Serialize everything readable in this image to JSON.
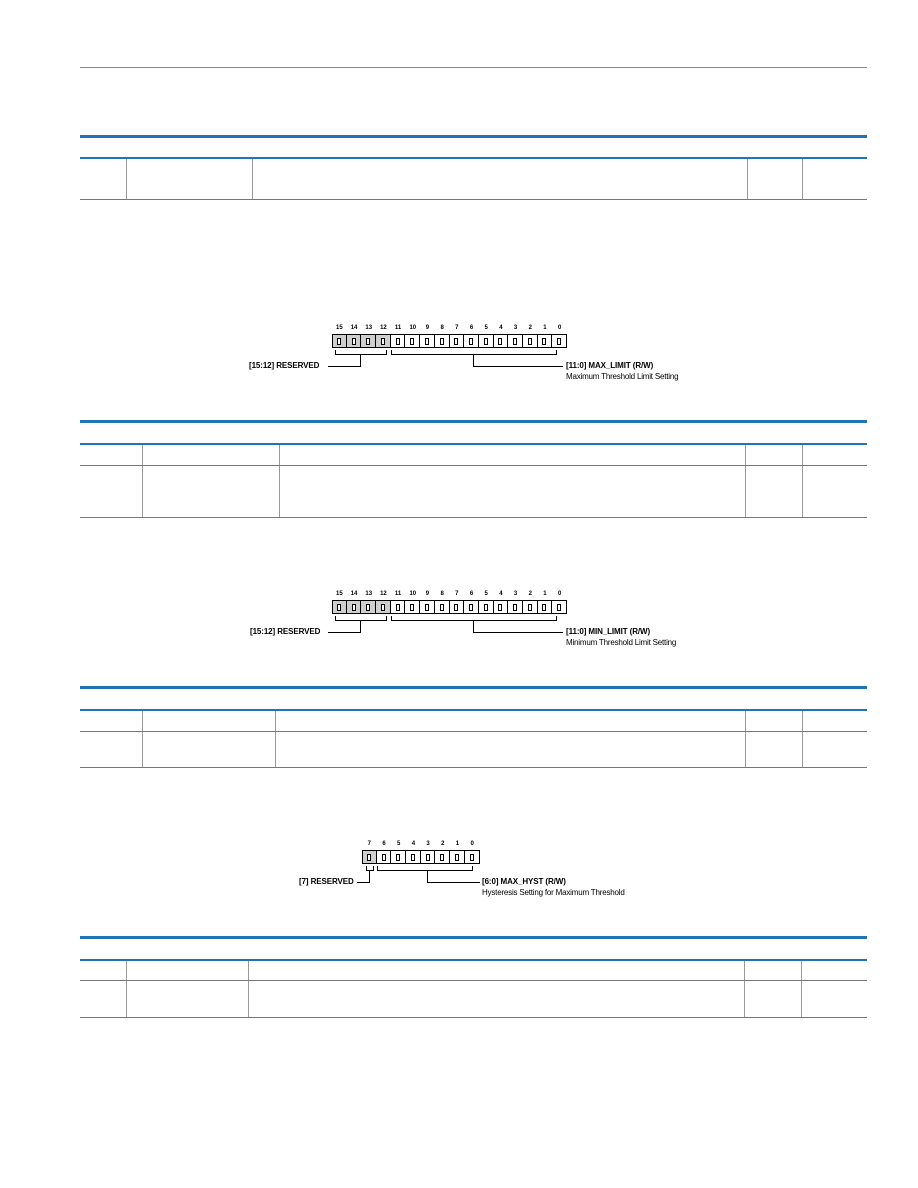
{
  "registers": [
    {
      "bits": [
        "15",
        "14",
        "13",
        "12",
        "11",
        "10",
        "9",
        "8",
        "7",
        "6",
        "5",
        "4",
        "3",
        "2",
        "1",
        "0"
      ],
      "reserved_label": "[15:12] RESERVED",
      "field_label": "[11:0] MAX_LIMIT (R/W)",
      "field_desc": "Maximum Threshold Limit Setting"
    },
    {
      "bits": [
        "15",
        "14",
        "13",
        "12",
        "11",
        "10",
        "9",
        "8",
        "7",
        "6",
        "5",
        "4",
        "3",
        "2",
        "1",
        "0"
      ],
      "reserved_label": "[15:12] RESERVED",
      "field_label": "[11:0] MIN_LIMIT (R/W)",
      "field_desc": "Minimum Threshold Limit Setting"
    },
    {
      "bits": [
        "7",
        "6",
        "5",
        "4",
        "3",
        "2",
        "1",
        "0"
      ],
      "reserved_label": "[7] RESERVED",
      "field_label": "[6:0] MAX_HYST (R/W)",
      "field_desc": "Hysteresis Setting for Maximum Threshold"
    }
  ]
}
